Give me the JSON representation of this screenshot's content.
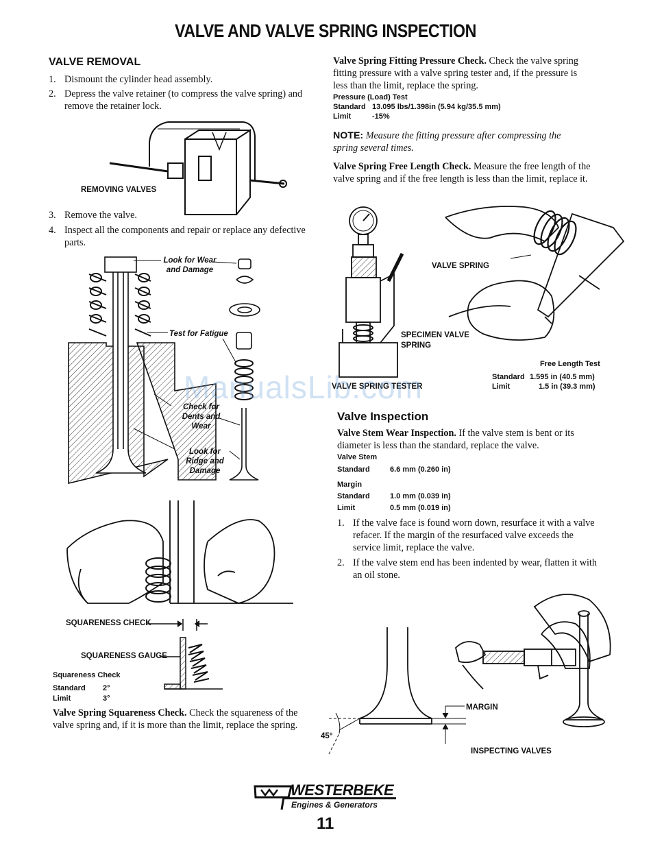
{
  "page_title": "VALVE AND VALVE SPRING INSPECTION",
  "valve_removal": {
    "heading": "VALVE REMOVAL",
    "steps": [
      {
        "num": "1.",
        "text": "Dismount the cylinder head assembly."
      },
      {
        "num": "2.",
        "text": "Depress the valve retainer (to compress the valve spring) and remove the retainer lock."
      },
      {
        "num": "3.",
        "text": "Remove the valve."
      },
      {
        "num": "4.",
        "text": "Inspect all the components and repair or replace any defective parts."
      }
    ],
    "fig_label": "REMOVING VALVES"
  },
  "valve_callouts": {
    "look_wear": "Look for Wear and Damage",
    "test_fatigue": "Test for Fatigue",
    "check_dents": "Check for Dents and Wear",
    "look_ridge": "Look for Ridge and Damage"
  },
  "squareness": {
    "check_label": "SQUARENESS CHECK",
    "gauge_label": "SQUARENESS GAUGE",
    "spec_title": "Squareness Check",
    "standard_label": "Standard",
    "standard_value": "2°",
    "limit_label": "Limit",
    "limit_value": "3°",
    "para_lead": "Valve Spring Squareness Check.",
    "para_text": "Check the squareness of the valve spring and, if it is more than the limit, replace the spring."
  },
  "fitting_pressure": {
    "lead": "Valve Spring Fitting Pressure Check.",
    "text": "Check the valve spring fitting pressure with a valve spring tester and, if the pressure is less than the limit, replace the spring.",
    "spec_title": "Pressure (Load) Test",
    "standard_label": "Standard",
    "standard_value": "13.095 lbs/1.398in (5.94 kg/35.5 mm)",
    "limit_label": "Limit",
    "limit_value": "-15%",
    "note_label": "NOTE:",
    "note_text": "Measure the fitting pressure after compressing the spring several times."
  },
  "free_length": {
    "lead": "Valve Spring Free Length Check.",
    "text": "Measure the free length of the valve spring and if the free length is less than the limit, replace it.",
    "valve_spring_label": "VALVE SPRING",
    "specimen_label": "SPECIMEN VALVE SPRING",
    "tester_label": "VALVE SPRING TESTER",
    "spec_title": "Free Length Test",
    "standard_label": "Standard",
    "standard_value": "1.595 in (40.5 mm)",
    "limit_label": "Limit",
    "limit_value": "1.5 in (39.3 mm)"
  },
  "valve_inspection": {
    "heading": "Valve Inspection",
    "lead": "Valve Stem Wear Inspection.",
    "text": "If the valve stem is bent or its diameter is less than the standard, replace the valve.",
    "stem_title": "Valve Stem",
    "stem_standard_label": "Standard",
    "stem_standard_value": "6.6 mm (0.260 in)",
    "margin_title": "Margin",
    "margin_standard_label": "Standard",
    "margin_standard_value": "1.0 mm (0.039 in)",
    "margin_limit_label": "Limit",
    "margin_limit_value": "0.5 mm (0.019 in)",
    "steps": [
      {
        "num": "1.",
        "text": "If the valve face is found worn down, resurface it with a valve refacer. If the margin of the resurfaced valve exceeds the service limit, replace the valve."
      },
      {
        "num": "2.",
        "text": "If the valve stem end has been indented by wear, flatten it with an oil stone."
      }
    ],
    "margin_label": "MARGIN",
    "angle_label": "45°",
    "fig_label": "INSPECTING VALVES"
  },
  "footer": {
    "brand": "WESTERBEKE",
    "tagline": "Engines & Generators",
    "page_number": "11"
  },
  "watermark": "ManualsLib.com"
}
